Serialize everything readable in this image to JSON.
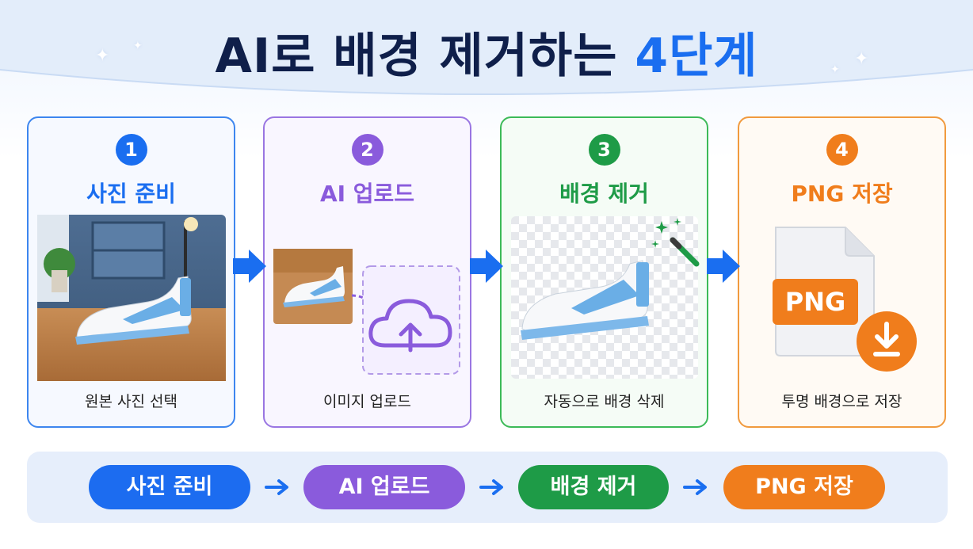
{
  "title": {
    "main": "AI로 배경 제거하는 ",
    "accent": "4단계"
  },
  "steps": [
    {
      "number": "1",
      "title": "사진 준비",
      "caption": "원본 사진 선택",
      "color": "#1a6ef0"
    },
    {
      "number": "2",
      "title": "AI 업로드",
      "caption": "이미지 업로드",
      "color": "#8a5bdc"
    },
    {
      "number": "3",
      "title": "배경 제거",
      "caption": "자동으로 배경 삭제",
      "color": "#1e9b47"
    },
    {
      "number": "4",
      "title": "PNG 저장",
      "caption": "투명 배경으로 저장",
      "color": "#f07d1c"
    }
  ],
  "file_badge": "PNG",
  "flow": [
    "사진 준비",
    "AI 업로드",
    "배경 제거",
    "PNG 저장"
  ],
  "icons": [
    "sparkle-icon",
    "photo-icon",
    "cloud-upload-icon",
    "magic-wand-icon",
    "png-file-icon",
    "download-icon",
    "arrow-right-icon"
  ]
}
